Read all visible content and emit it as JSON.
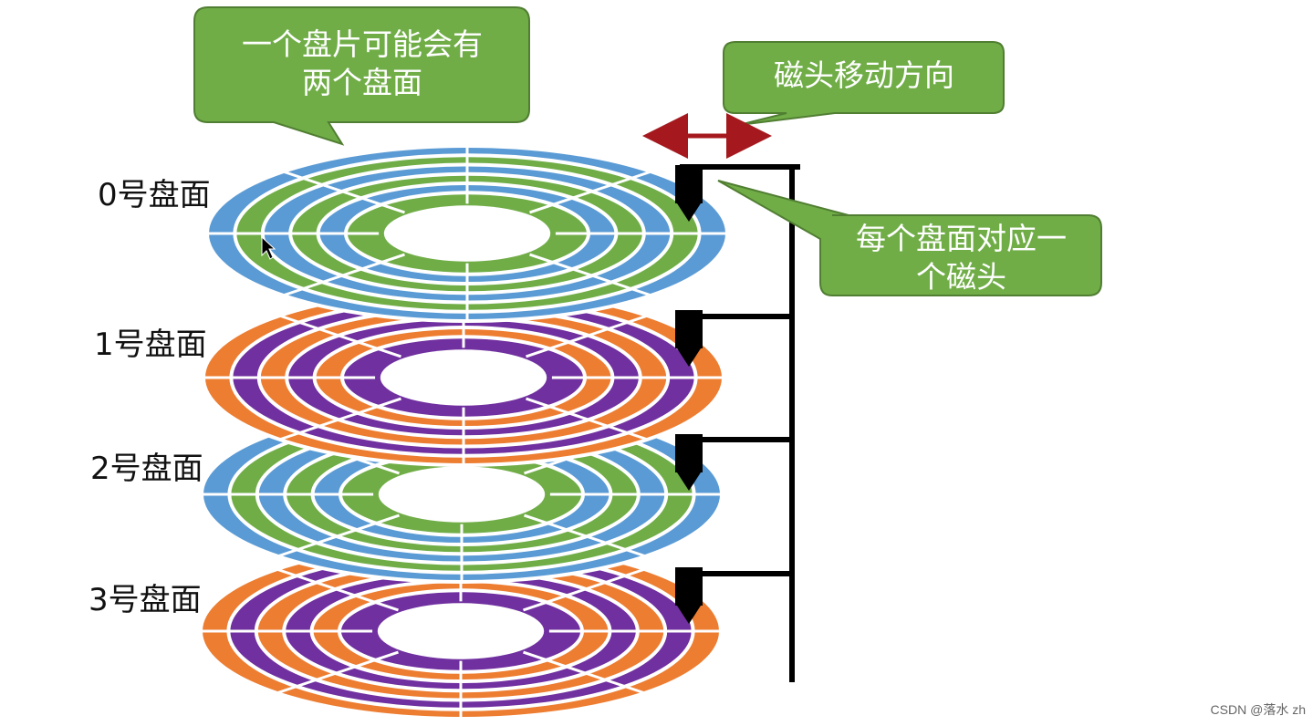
{
  "callouts": {
    "two_surfaces": [
      "一个盘片可能会有",
      "两个盘面"
    ],
    "head_direction": "磁头移动方向",
    "one_head_per_surface": [
      "每个盘面对应一",
      "个磁头"
    ]
  },
  "surfaces": [
    {
      "label": "0号盘面",
      "scheme": "blue-green"
    },
    {
      "label": "1号盘面",
      "scheme": "orange-purple"
    },
    {
      "label": "2号盘面",
      "scheme": "blue-green"
    },
    {
      "label": "3号盘面",
      "scheme": "orange-purple"
    }
  ],
  "colors": {
    "callout_fill": "#70AD47",
    "callout_border": "#507E32",
    "blue": "#5B9BD5",
    "green": "#70AD47",
    "orange": "#ED7D31",
    "purple": "#7030A0",
    "arm": "#000000",
    "direction_arrow": "#A5191E"
  },
  "watermark": "CSDN @落水 zh"
}
